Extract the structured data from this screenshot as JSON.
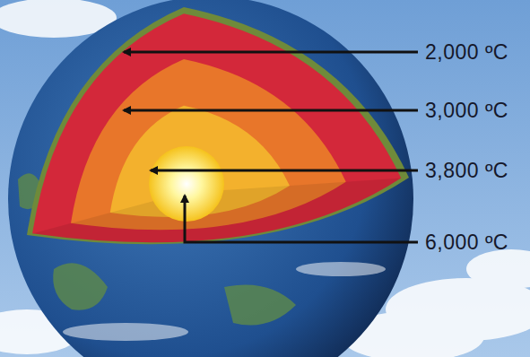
{
  "diagram": {
    "labels": [
      "2,000 ºC",
      "3,000 ºC",
      "3,800 ºC",
      "6,000 ºC"
    ]
  }
}
